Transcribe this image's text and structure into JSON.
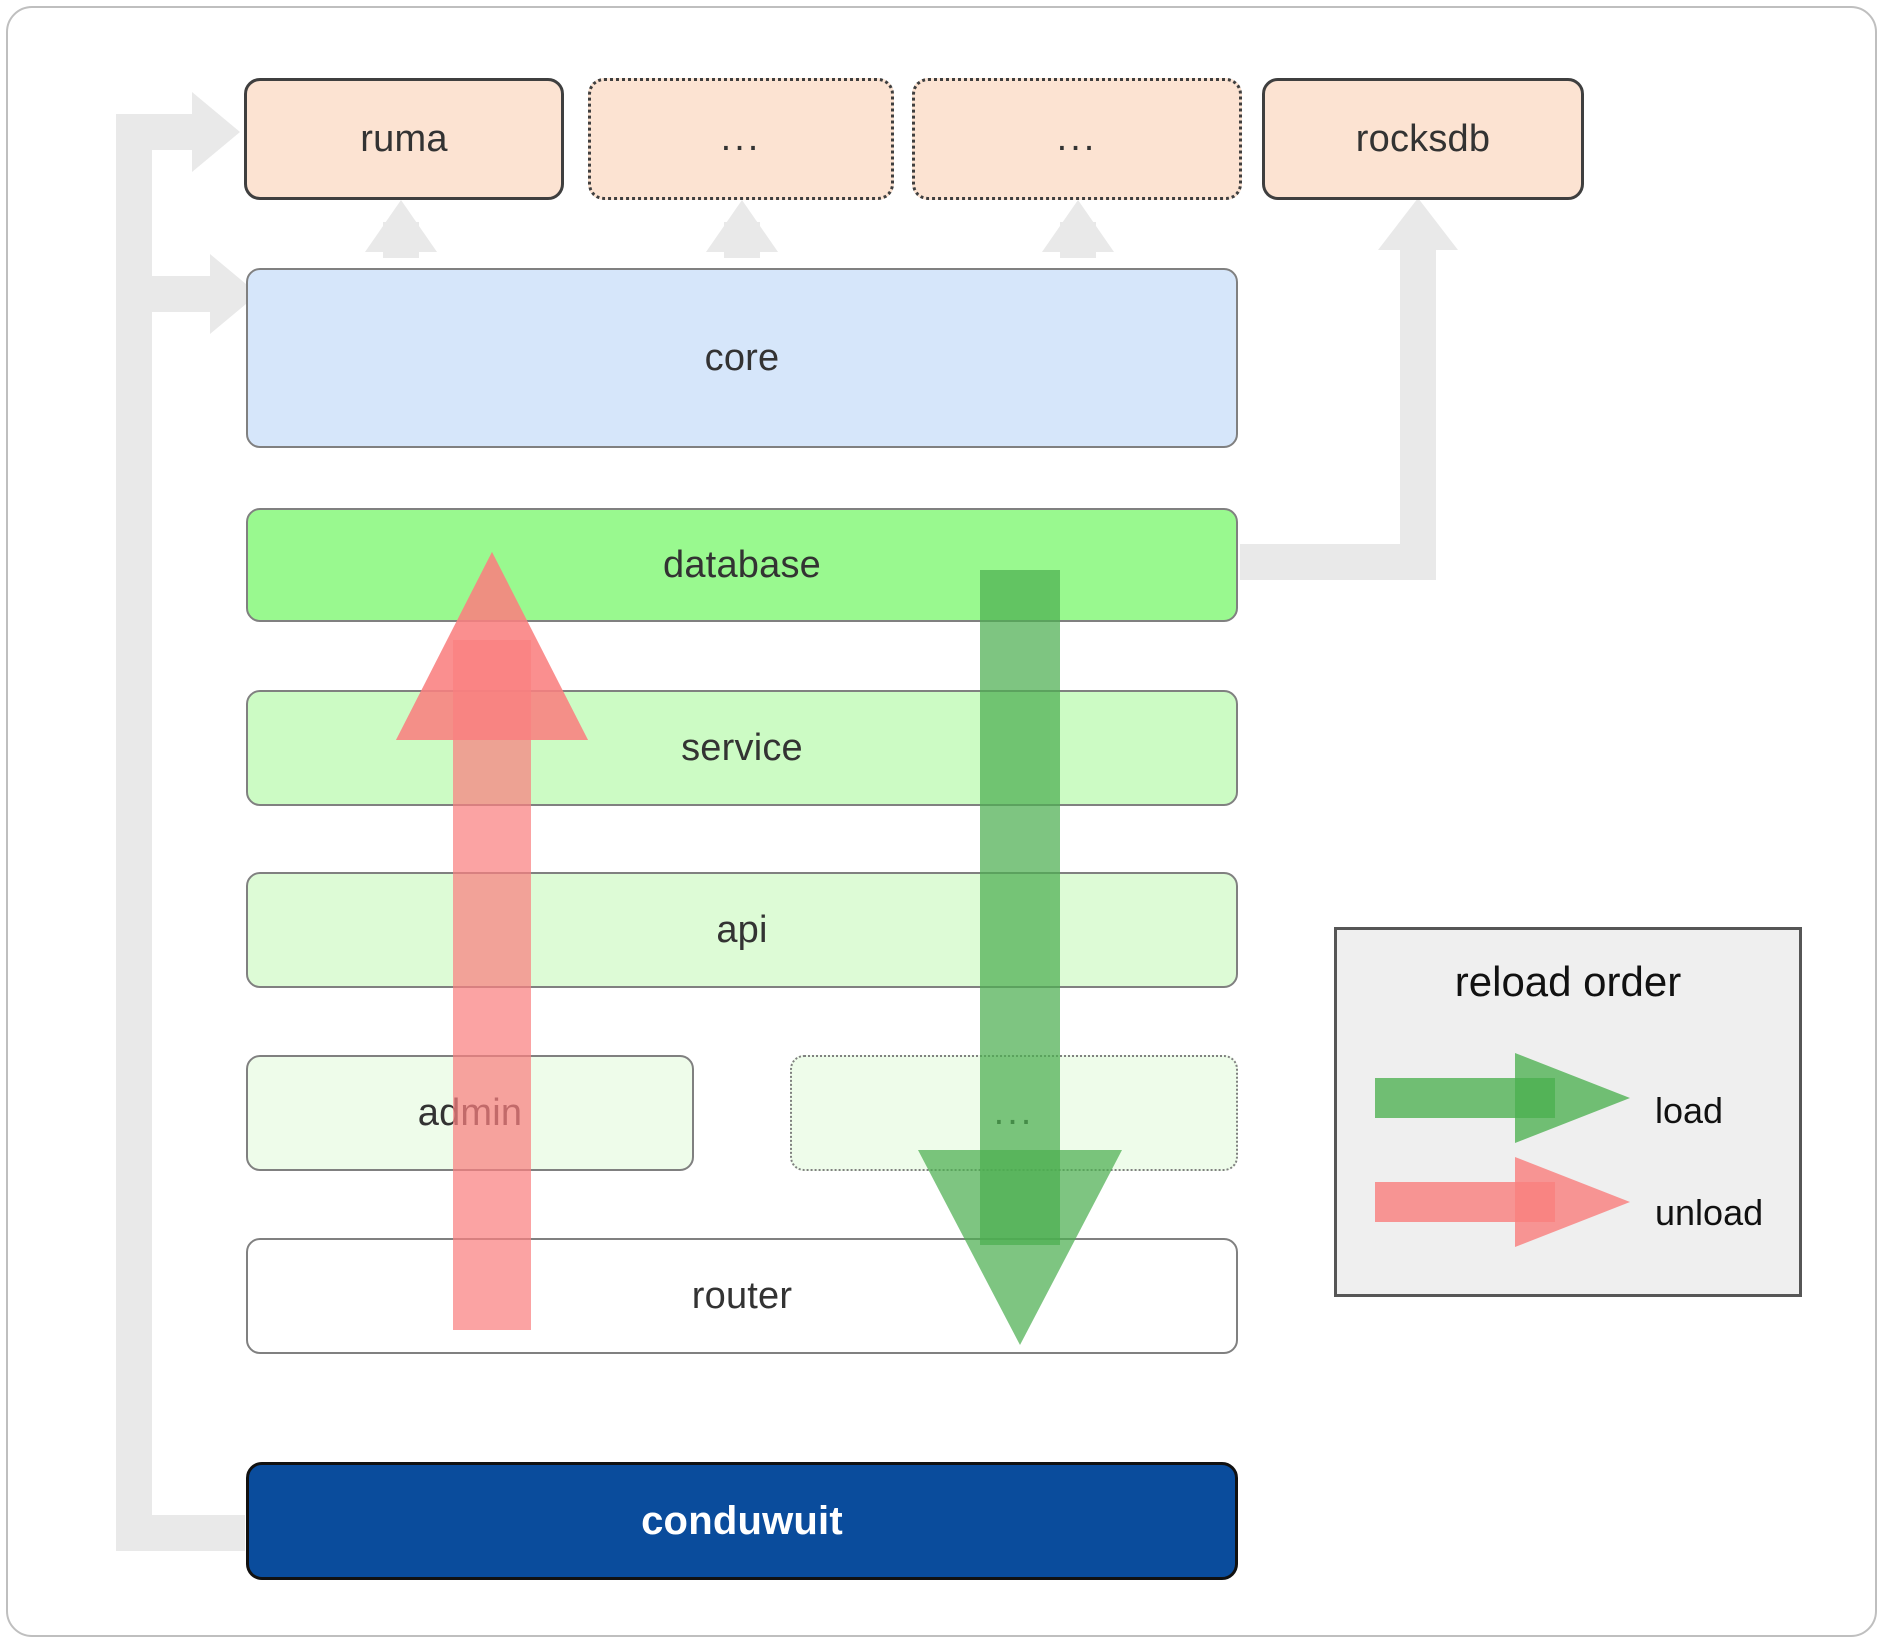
{
  "diagram": {
    "title": "conduwuit crate / module layering and reload order",
    "dependencies": [
      {
        "name": "ruma",
        "label": "ruma",
        "style": "solid"
      },
      {
        "name": "dep-ellipsis-1",
        "label": "...",
        "style": "dotted"
      },
      {
        "name": "dep-ellipsis-2",
        "label": "...",
        "style": "dotted"
      },
      {
        "name": "rocksdb",
        "label": "rocksdb",
        "style": "solid"
      }
    ],
    "layers": [
      {
        "name": "core",
        "label": "core",
        "color": "#d6e6fa"
      },
      {
        "name": "database",
        "label": "database",
        "color": "#99f98f"
      },
      {
        "name": "service",
        "label": "service",
        "color": "#ccfbc4"
      },
      {
        "name": "api",
        "label": "api",
        "color": "#ddfbd6"
      },
      {
        "name": "admin",
        "label": "admin",
        "color": "#eefcea"
      },
      {
        "name": "layer-ellipsis",
        "label": "...",
        "color": "#eefcea",
        "style": "dotted"
      },
      {
        "name": "router",
        "label": "router",
        "color": "#ffffff"
      }
    ],
    "binary": {
      "name": "conduwuit",
      "label": "conduwuit",
      "color": "#0a4c9c",
      "text_color": "#ffffff"
    },
    "legend": {
      "title": "reload order",
      "entries": [
        {
          "name": "load",
          "label": "load",
          "color": "#4caf50",
          "direction": "down"
        },
        {
          "name": "unload",
          "label": "unload",
          "color": "#f9807f",
          "direction": "up"
        }
      ]
    },
    "colors": {
      "dependency_fill": "#fce3d2",
      "dependency_border": "#3f3f3f",
      "stack_border": "#808080",
      "connector": "#e8e8e8",
      "load_arrow": "#4caf50",
      "unload_arrow": "#f9807f",
      "text": "#333333",
      "frame_border": "#bfbfbf"
    }
  }
}
